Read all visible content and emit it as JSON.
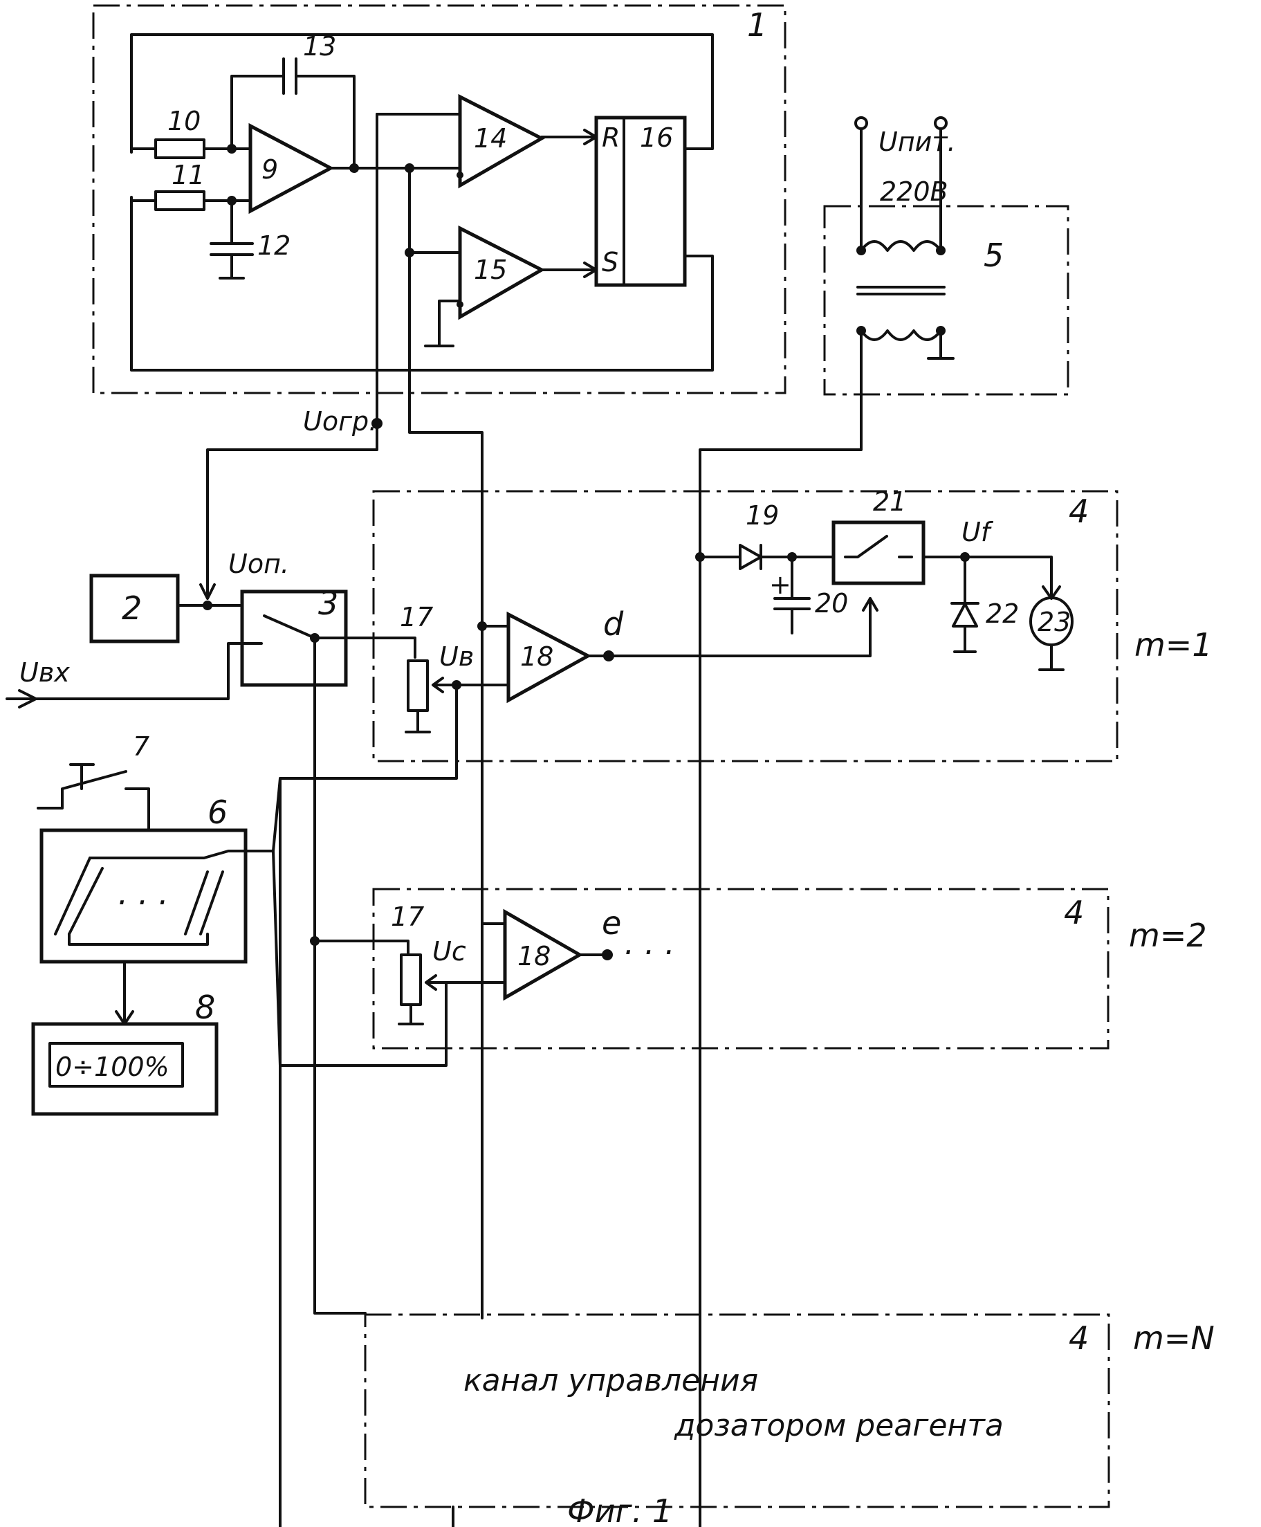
{
  "labels": {
    "block1": "1",
    "block2": "2",
    "block3": "3",
    "block4": "4",
    "block5": "5",
    "block6": "6",
    "block7": "7",
    "block8": "8",
    "res10": "10",
    "res11": "11",
    "cap12": "12",
    "cap13": "13",
    "opamp9": "9",
    "comp14": "14",
    "comp15": "15",
    "trigger16": "16",
    "trigger_r": "R",
    "trigger_s": "S",
    "pot17": "17",
    "amp18": "18",
    "diode19": "19",
    "cap20": "20",
    "switch21": "21",
    "diode22": "22",
    "motor23": "23",
    "cap20_plus": "+"
  },
  "signals": {
    "u_pit": "Uпит.",
    "v220": "220В",
    "u_ogr": "Uогр.",
    "u_op": "Uоп.",
    "u_vx": "Uвх",
    "u_v": "Uв",
    "u_c": "Uc",
    "u_f": "Uf",
    "out_d": "d",
    "out_e": "e",
    "ellipsis": "· · ·",
    "switch_ellipsis": "· · ·"
  },
  "channels": {
    "m1": "m=1",
    "m2": "m=2",
    "mN": "m=N",
    "channel_text_line1": "канал управления",
    "channel_text_line2": "дозатором реагента"
  },
  "indicator": {
    "range": "0÷100%"
  },
  "caption": "Фиг. 1"
}
